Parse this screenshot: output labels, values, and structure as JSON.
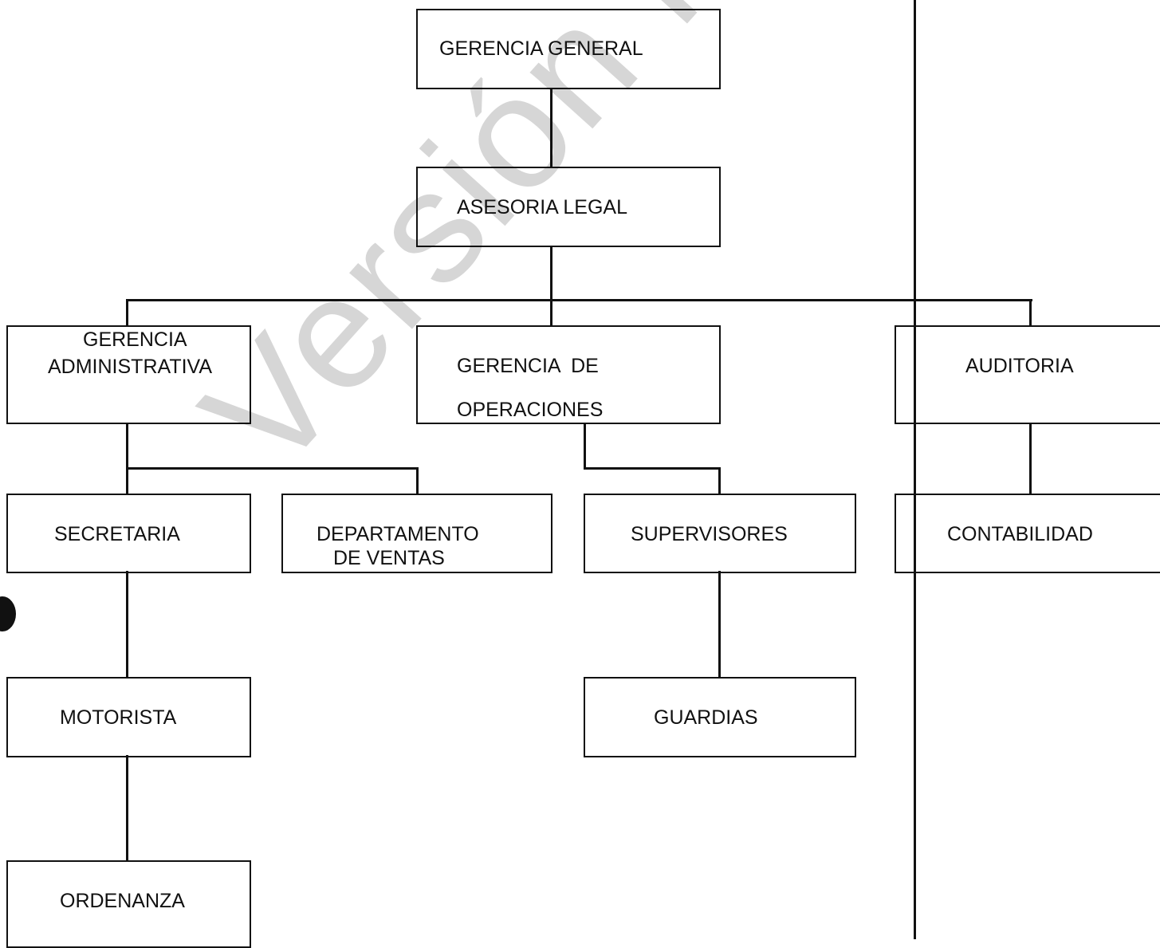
{
  "watermark": "Versión Pública",
  "org_chart": {
    "gerencia_general": "GERENCIA GENERAL",
    "asesoria_legal": "ASESORIA LEGAL",
    "gerencia_administrativa": [
      "GERENCIA",
      "ADMINISTRATIVA"
    ],
    "gerencia_operaciones": [
      "GERENCIA  DE",
      "OPERACIONES"
    ],
    "auditoria": "AUDITORIA",
    "secretaria": "SECRETARIA",
    "departamento_ventas": [
      "DEPARTAMENTO",
      "DE VENTAS"
    ],
    "supervisores": "SUPERVISORES",
    "contabilidad": "CONTABILIDAD",
    "motorista": "MOTORISTA",
    "guardias": "GUARDIAS",
    "ordenanza": "ORDENANZA"
  }
}
